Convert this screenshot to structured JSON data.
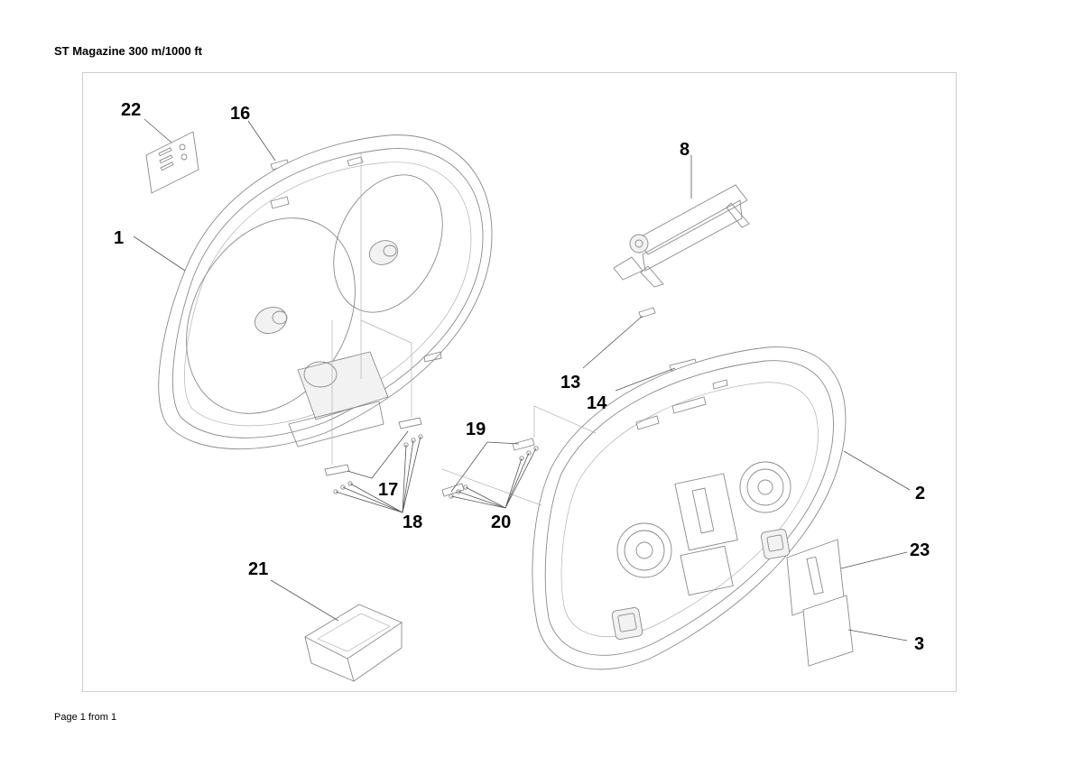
{
  "header": {
    "title": "ST Magazine 300 m/1000 ft"
  },
  "footer": {
    "page": "Page 1 from 1"
  },
  "callouts": {
    "c1": "1",
    "c2": "2",
    "c3": "3",
    "c8": "8",
    "c13": "13",
    "c14": "14",
    "c16": "16",
    "c17": "17",
    "c18": "18",
    "c19": "19",
    "c20": "20",
    "c21": "21",
    "c22": "22",
    "c23": "23"
  }
}
